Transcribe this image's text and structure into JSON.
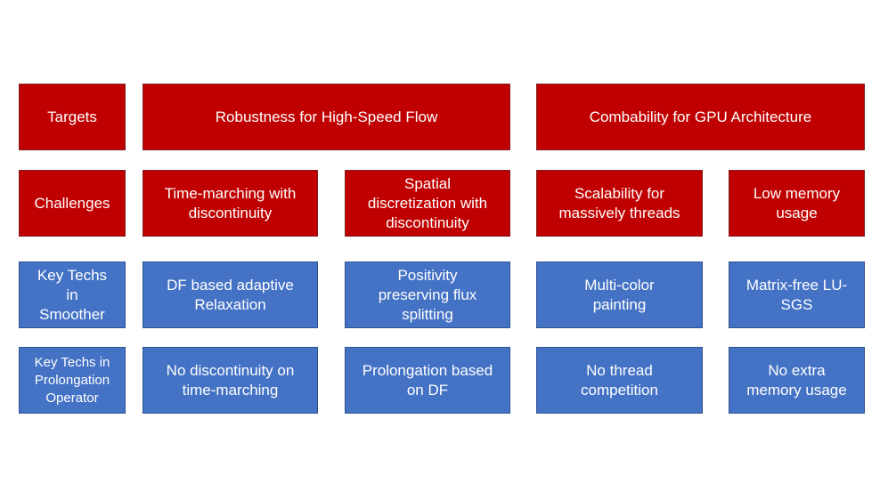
{
  "rows": {
    "targets": {
      "label": "Targets",
      "robustness": "Robustness for High-Speed Flow",
      "combability": "Combability for GPU Architecture"
    },
    "challenges": {
      "label": "Challenges",
      "time_marching": "Time-marching with\ndiscontinuity",
      "spatial": "Spatial\ndiscretization with\ndiscontinuity",
      "scalability": "Scalability for\nmassively threads",
      "low_memory": "Low memory\nusage"
    },
    "smoother": {
      "label": "Key Techs\nin\nSmoother",
      "df_relaxation": "DF based adaptive\nRelaxation",
      "positivity": "Positivity\npreserving flux\nsplitting",
      "multicolor": "Multi-color\npainting",
      "matrix_free": "Matrix-free LU-\nSGS"
    },
    "prolongation": {
      "label": "Key Techs in\nProlongation\nOperator",
      "no_discontinuity": "No discontinuity on\ntime-marching",
      "prolongation_df": "Prolongation based\non DF",
      "no_thread": "No thread\ncompetition",
      "no_extra_memory": "No extra\nmemory usage"
    }
  }
}
